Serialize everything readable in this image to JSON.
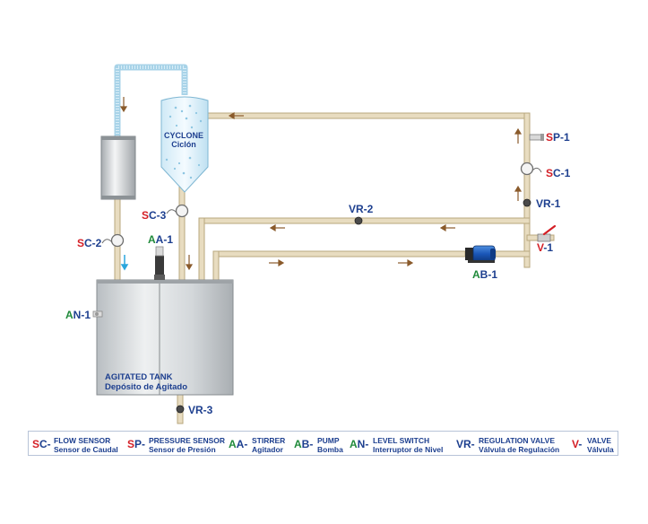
{
  "components": {
    "cyclone": {
      "line1": "CYCLONE",
      "line2": "Ciclón"
    },
    "tank": {
      "line1": "AGITATED TANK",
      "line2": "Depósito de Agitado"
    },
    "sc1": {
      "letter": "S",
      "rest": "C-1"
    },
    "sc2": {
      "letter": "S",
      "rest": "C-2"
    },
    "sc3": {
      "letter": "S",
      "rest": "C-3"
    },
    "sp1": {
      "letter": "S",
      "rest": "P-1"
    },
    "aa1": {
      "letter": "A",
      "rest": "A-1"
    },
    "an1": {
      "letter": "A",
      "rest": "N-1"
    },
    "ab1": {
      "letter": "A",
      "rest": "B-1"
    },
    "vr1": "VR-1",
    "vr2": "VR-2",
    "vr3": "VR-3",
    "v1": {
      "letter": "V",
      "rest": "-1"
    }
  },
  "legend": [
    {
      "code_letter": "S",
      "code_rest": "C-",
      "code_color": "#d41f26",
      "en": "FLOW SENSOR",
      "es": "Sensor de Caudal"
    },
    {
      "code_letter": "S",
      "code_rest": "P-",
      "code_color": "#d41f26",
      "en": "PRESSURE SENSOR",
      "es": "Sensor de Presión"
    },
    {
      "code_letter": "A",
      "code_rest": "A-",
      "code_color": "#1f8a3a",
      "en": "STIRRER",
      "es": "Agitador"
    },
    {
      "code_letter": "A",
      "code_rest": "B-",
      "code_color": "#1f8a3a",
      "en": "PUMP",
      "es": "Bomba"
    },
    {
      "code_letter": "A",
      "code_rest": "N-",
      "code_color": "#1f8a3a",
      "en": "LEVEL SWITCH",
      "es": "Interruptor de Nivel"
    },
    {
      "code_letter": "V",
      "code_rest": "R-",
      "code_color": "#1d3f8f",
      "en": "REGULATION VALVE",
      "es": "Válvula de Regulación"
    },
    {
      "code_letter": "V",
      "code_rest": "-",
      "code_color": "#d41f26",
      "en": "VALVE",
      "es": "Válvula"
    }
  ],
  "colors": {
    "pipe": "#e8dcc0",
    "pipe_border": "#b8a77e",
    "water_pipe": "#cfe7f2",
    "flow_arrow_brown": "#8a5a2b",
    "flow_arrow_blue": "#2aa6dd",
    "label_blue": "#1d3f8f",
    "label_red": "#d41f26",
    "label_green": "#1f8a3a"
  }
}
